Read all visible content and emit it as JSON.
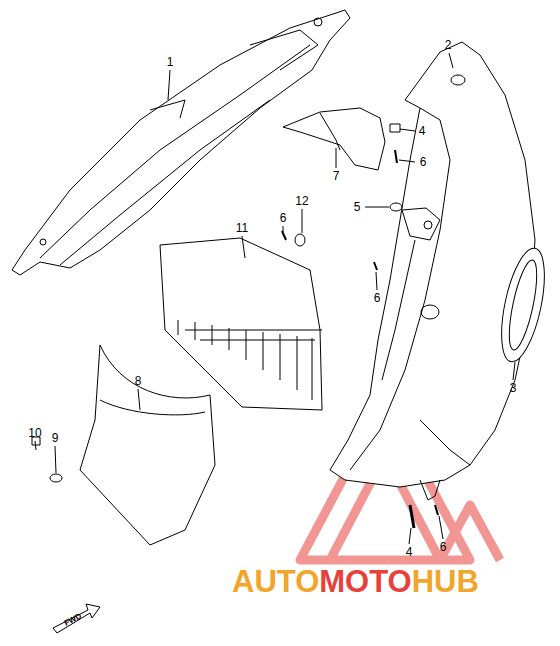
{
  "diagram": {
    "labels": [
      "1",
      "2",
      "4",
      "6",
      "7",
      "12",
      "6",
      "11",
      "5",
      "6",
      "3",
      "8",
      "10",
      "9",
      "4",
      "6",
      "FWD",
      "AUTO",
      "MOTO",
      "HUB"
    ]
  }
}
